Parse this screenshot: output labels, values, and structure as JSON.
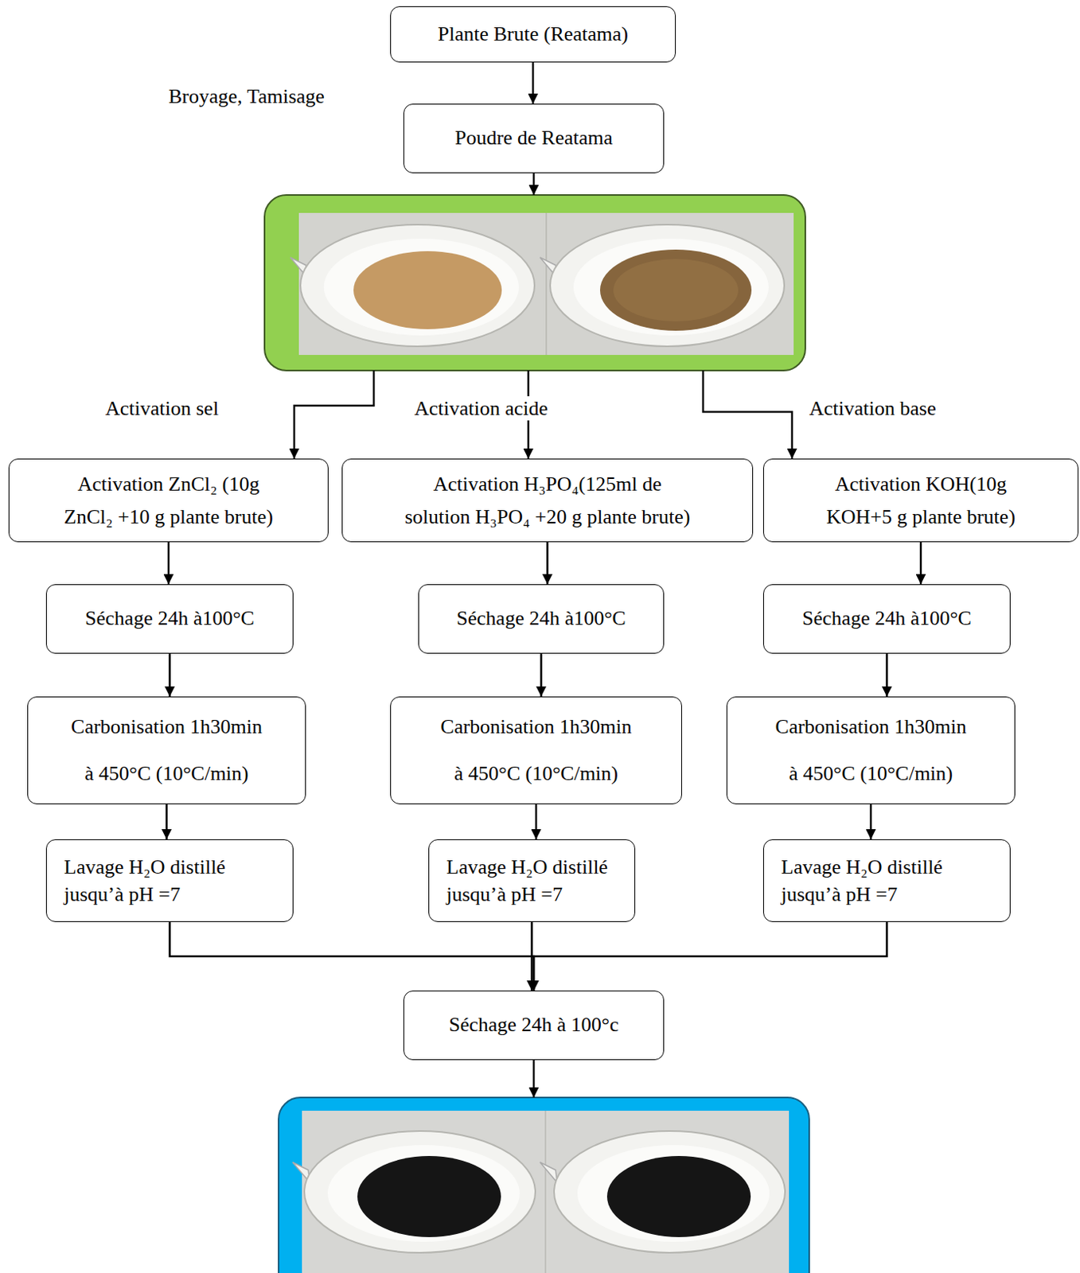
{
  "diagram": {
    "nodes": [
      {
        "text": [
          "Plante Brute (Reatama)"
        ]
      },
      {
        "text": [
          "Poudre de Reatama"
        ]
      },
      {
        "text": [
          "Activation ZnCl₂ (10g ZnCl₂ +10 g plante brute)"
        ]
      },
      {
        "text": [
          "Activation H₃PO₄(125ml de solution H₃PO₄ +20 g plante brute)"
        ]
      },
      {
        "text": [
          "Activation KOH(10g KOH+5 g plante brute)"
        ]
      },
      {
        "text": [
          "Séchage 24h à100°C"
        ]
      },
      {
        "text": [
          "Séchage 24h à100°C"
        ]
      },
      {
        "text": [
          "Séchage 24h à100°C"
        ]
      },
      {
        "text": [
          "Carbonisation 1h30min à 450°C (10°C/min)"
        ]
      },
      {
        "text": [
          "Carbonisation 1h30min à 450°C (10°C/min)"
        ]
      },
      {
        "text": [
          "Carbonisation 1h30min à 450°C (10°C/min)"
        ]
      },
      {
        "text": [
          "Lavage H₂O distillé jusqu’à pH =7"
        ]
      },
      {
        "text": [
          "Lavage H₂O distillé jusqu’à pH =7"
        ]
      },
      {
        "text": [
          "Lavage H₂O distillé jusqu’à pH =7"
        ]
      },
      {
        "text": [
          "Séchage 24h à 100°c"
        ]
      }
    ],
    "edges": [
      {
        "from": 0,
        "to": 1,
        "arrow": "to",
        "label": "Broyage, Tamisage"
      },
      {
        "from": 2,
        "to": 5,
        "arrow": "to"
      },
      {
        "from": 3,
        "to": 6,
        "arrow": "to"
      },
      {
        "from": 4,
        "to": 7,
        "arrow": "to"
      },
      {
        "from": 5,
        "to": 8,
        "arrow": "to"
      },
      {
        "from": 6,
        "to": 9,
        "arrow": "to"
      },
      {
        "from": 7,
        "to": 10,
        "arrow": "to"
      },
      {
        "from": 8,
        "to": 11,
        "arrow": "to"
      },
      {
        "from": 9,
        "to": 12,
        "arrow": "to"
      },
      {
        "from": 10,
        "to": 13,
        "arrow": "to"
      },
      {
        "from": 11,
        "to": 14,
        "arrow": "to"
      },
      {
        "from": 12,
        "to": 14,
        "arrow": "to"
      },
      {
        "from": 13,
        "to": 14,
        "arrow": "to"
      }
    ],
    "labels": [
      "Activation sel",
      "Activation acide",
      "Activation base"
    ]
  }
}
